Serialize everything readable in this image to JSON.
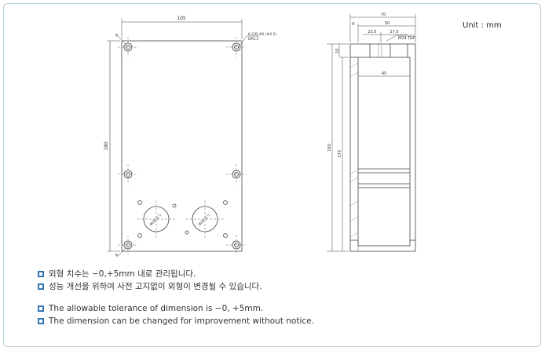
{
  "unit_label": "Unit : mm",
  "front_view": {
    "width_dim": "105",
    "height_dim": "180",
    "corner_dim": "8",
    "bottom_corner_dim": "8",
    "hole_note_line1": "6-C/B #6 (#4.5)",
    "hole_note_line2": "DP4.5",
    "knockout_label": "Ø28 (1\")"
  },
  "side_view": {
    "top_dim": "70",
    "left_offset": "6",
    "outer_dim": "50",
    "dim_22_5": "22.5",
    "dim_27_5": "27.5",
    "tap_label": "M24 TAP",
    "depth_dim": "45",
    "lip_dim": "10",
    "total_height": "180",
    "inner_height": "170"
  },
  "notes": {
    "ko": [
      "외형 치수는 −0,+5mm 내로 관리됩니다.",
      "성능 개선을 위하여 사전 고지없이 외형이 변경될 수 있습니다."
    ],
    "en": [
      "The allowable tolerance of dimension is −0, +5mm.",
      "The dimension can be changed for improvement without notice."
    ]
  },
  "colors": {
    "border": "#b9cfdc",
    "bullet": "#3f86c7",
    "line": "#333333"
  }
}
